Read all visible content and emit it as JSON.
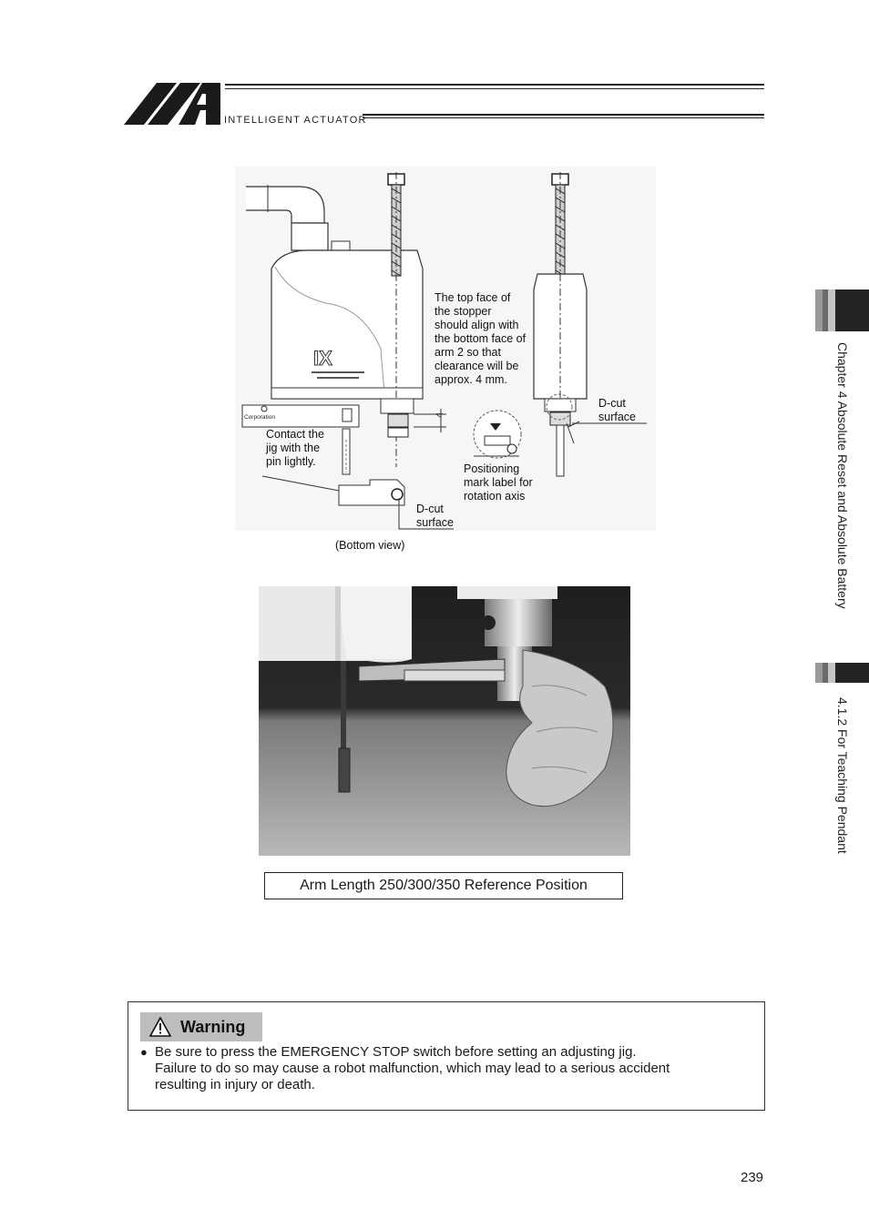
{
  "header": {
    "brand": "INTELLIGENT ACTUATOR"
  },
  "diagram": {
    "note_stopper": [
      "The top face of",
      "the stopper",
      "should align with",
      "the bottom face of",
      "arm 2 so that",
      "clearance will be",
      "approx. 4 mm."
    ],
    "note_dcut_right": [
      "D-cut",
      "surface"
    ],
    "note_contact": [
      "Contact the",
      "jig with the",
      "pin lightly."
    ],
    "note_positioning": [
      "Positioning",
      "mark label for",
      "rotation axis"
    ],
    "note_dcut_bottom": [
      "D-cut",
      "surface"
    ],
    "dimension": "4",
    "bottom_view": "(Bottom view)",
    "logo_text": "IX",
    "corp_text": "Corporation"
  },
  "caption": "Arm Length 250/300/350 Reference Position",
  "warning": {
    "title": "Warning",
    "lines": [
      "Be sure to press the EMERGENCY STOP switch before setting an adjusting jig.",
      "Failure to do so may cause a robot malfunction, which may lead to a serious accident",
      "resulting in injury or death."
    ]
  },
  "side": {
    "chapter": "Chapter 4 Absolute Reset and Absolute Battery",
    "section": "4.1.2 For Teaching Pendant"
  },
  "page_number": "239"
}
